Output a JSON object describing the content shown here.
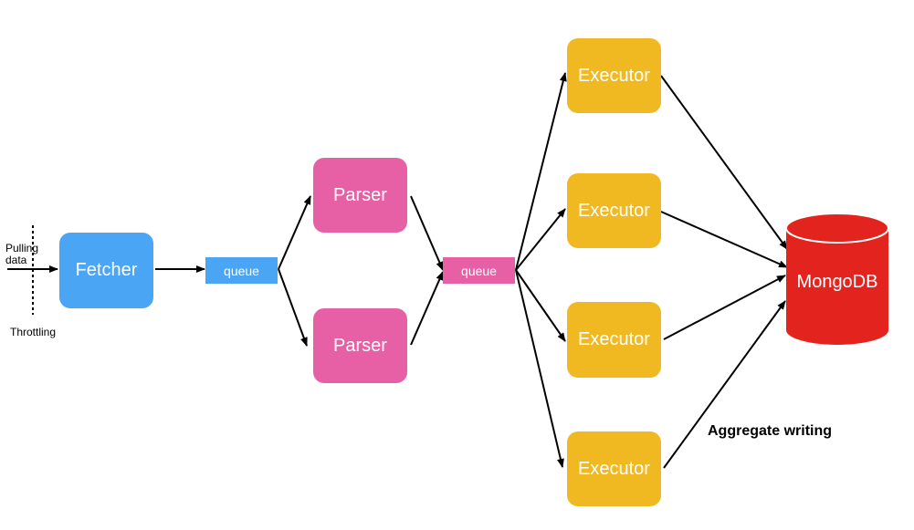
{
  "nodes": {
    "fetcher": "Fetcher",
    "queue_fetch": "queue",
    "parser_top": "Parser",
    "parser_bottom": "Parser",
    "queue_parse": "queue",
    "executor_1": "Executor",
    "executor_2": "Executor",
    "executor_3": "Executor",
    "executor_4": "Executor",
    "database": "MongoDB"
  },
  "annotations": {
    "pulling_line1": "Pulling",
    "pulling_line2": "data",
    "throttling": "Throttling",
    "aggregate_writing": "Aggregate writing"
  },
  "colors": {
    "fetcher": "#4aa5f5",
    "parser": "#e760a5",
    "executor": "#f0b922",
    "database": "#e3241e",
    "arrow": "#000000"
  }
}
